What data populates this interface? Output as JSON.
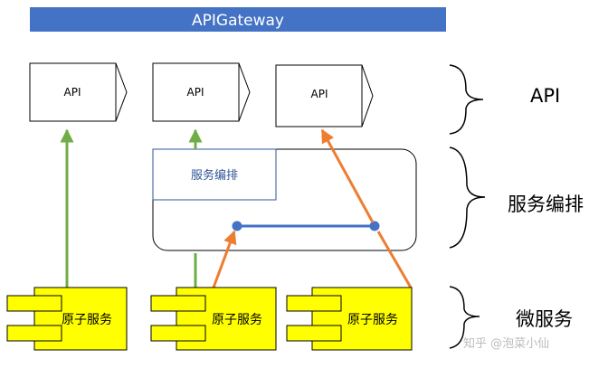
{
  "gateway": {
    "label": "APIGateway"
  },
  "api_boxes": [
    {
      "label": "API"
    },
    {
      "label": "API"
    },
    {
      "label": "API"
    }
  ],
  "orchestration": {
    "label": "服务编排"
  },
  "atomic_services": [
    {
      "label": "原子服务"
    },
    {
      "label": "原子服务"
    },
    {
      "label": "原子服务"
    }
  ],
  "side_labels": {
    "api": "API",
    "orchestration": "服务编排",
    "microservice": "微服务"
  },
  "watermark": "知乎 @泡菜小仙",
  "colors": {
    "gateway_fill": "#4472C4",
    "gateway_text": "#ffffff",
    "service_fill": "#FFFF00",
    "green_arrow": "#70AD47",
    "orange_arrow": "#ED7D31",
    "blue_link": "#4472C4",
    "orch_label_text": "#2F5597"
  }
}
